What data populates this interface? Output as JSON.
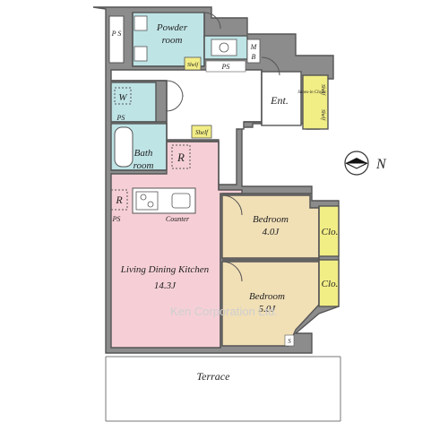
{
  "colors": {
    "wall": "#8c8c8c",
    "wall_edge": "#555555",
    "wet_area": "#bfe4e6",
    "ldk": "#f6cfd6",
    "bedroom": "#f1dfb6",
    "closet": "#f2ee86",
    "corridor": "#ffffff",
    "terrace": "#ffffff"
  },
  "rooms": {
    "powder_room": {
      "line1": "Powder",
      "line2": "room"
    },
    "bath_room": {
      "line1": "Bath",
      "line2": "room"
    },
    "entrance": {
      "label": "Ent."
    },
    "ldk": {
      "label": "Living Dining Kitchen",
      "size": "14.3J"
    },
    "bedroom1": {
      "label": "Bedroom",
      "size": "4.0J"
    },
    "bedroom2": {
      "label": "Bedroom",
      "size": "5.0J"
    },
    "terrace": {
      "label": "Terrace"
    }
  },
  "fixtures": {
    "ps_top": "P S",
    "ps_wash": "PS",
    "ps_laundry": "PS",
    "ps_kitchen": "PS",
    "mb_m": "M",
    "mb_b": "B",
    "washer": "W",
    "fridge_bath": "R",
    "fridge_kitchen": "R",
    "counter": "Counter",
    "shelf_powder": "Shelf",
    "shelf_hall": "Shelf",
    "shelf_ent_1": "Shelf",
    "shelf_ent_2": "Shelf",
    "shoes_closet": "Shoes-in Closet",
    "closet_1": "Clo.",
    "closet_2": "Clo.",
    "s_mark": "S"
  },
  "compass": {
    "label": "N"
  },
  "watermark": "Ken Corporation Ltd."
}
